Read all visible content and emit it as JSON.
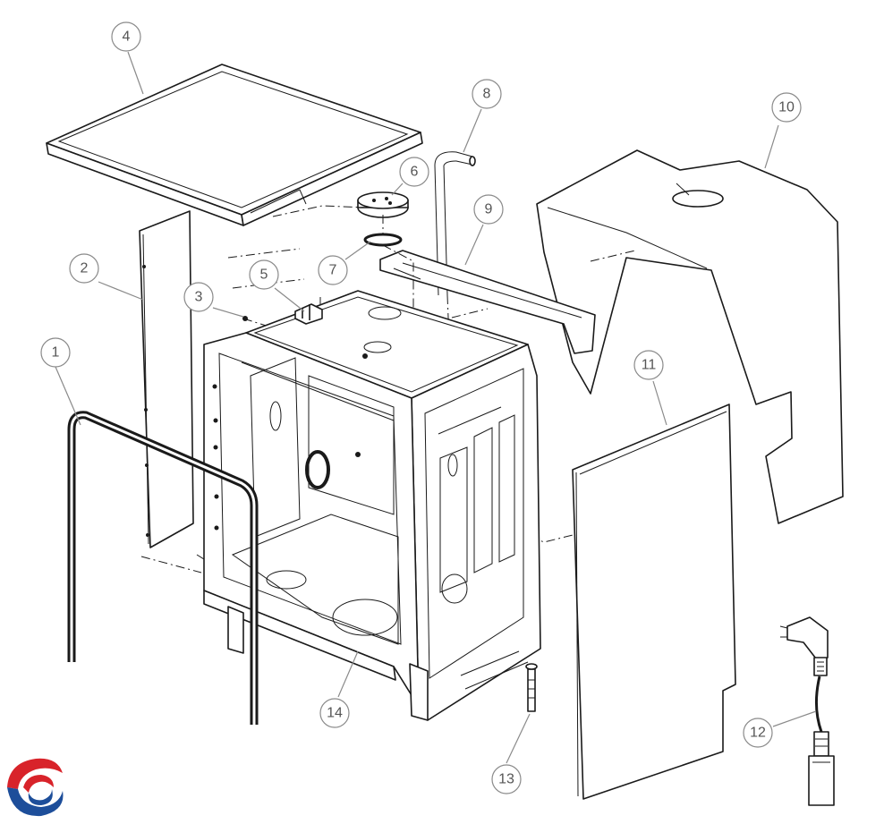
{
  "diagram": {
    "callouts": [
      "1",
      "2",
      "3",
      "4",
      "5",
      "6",
      "7",
      "8",
      "9",
      "10",
      "11",
      "12",
      "13",
      "14"
    ]
  },
  "colors": {
    "line": "#1a1a1a",
    "callout_stroke": "#8a8a8a",
    "callout_text": "#555555",
    "logo_red": "#d8232a",
    "logo_blue": "#1d4e9a"
  },
  "icons": {
    "brand_logo": "swirl-logo-icon"
  }
}
